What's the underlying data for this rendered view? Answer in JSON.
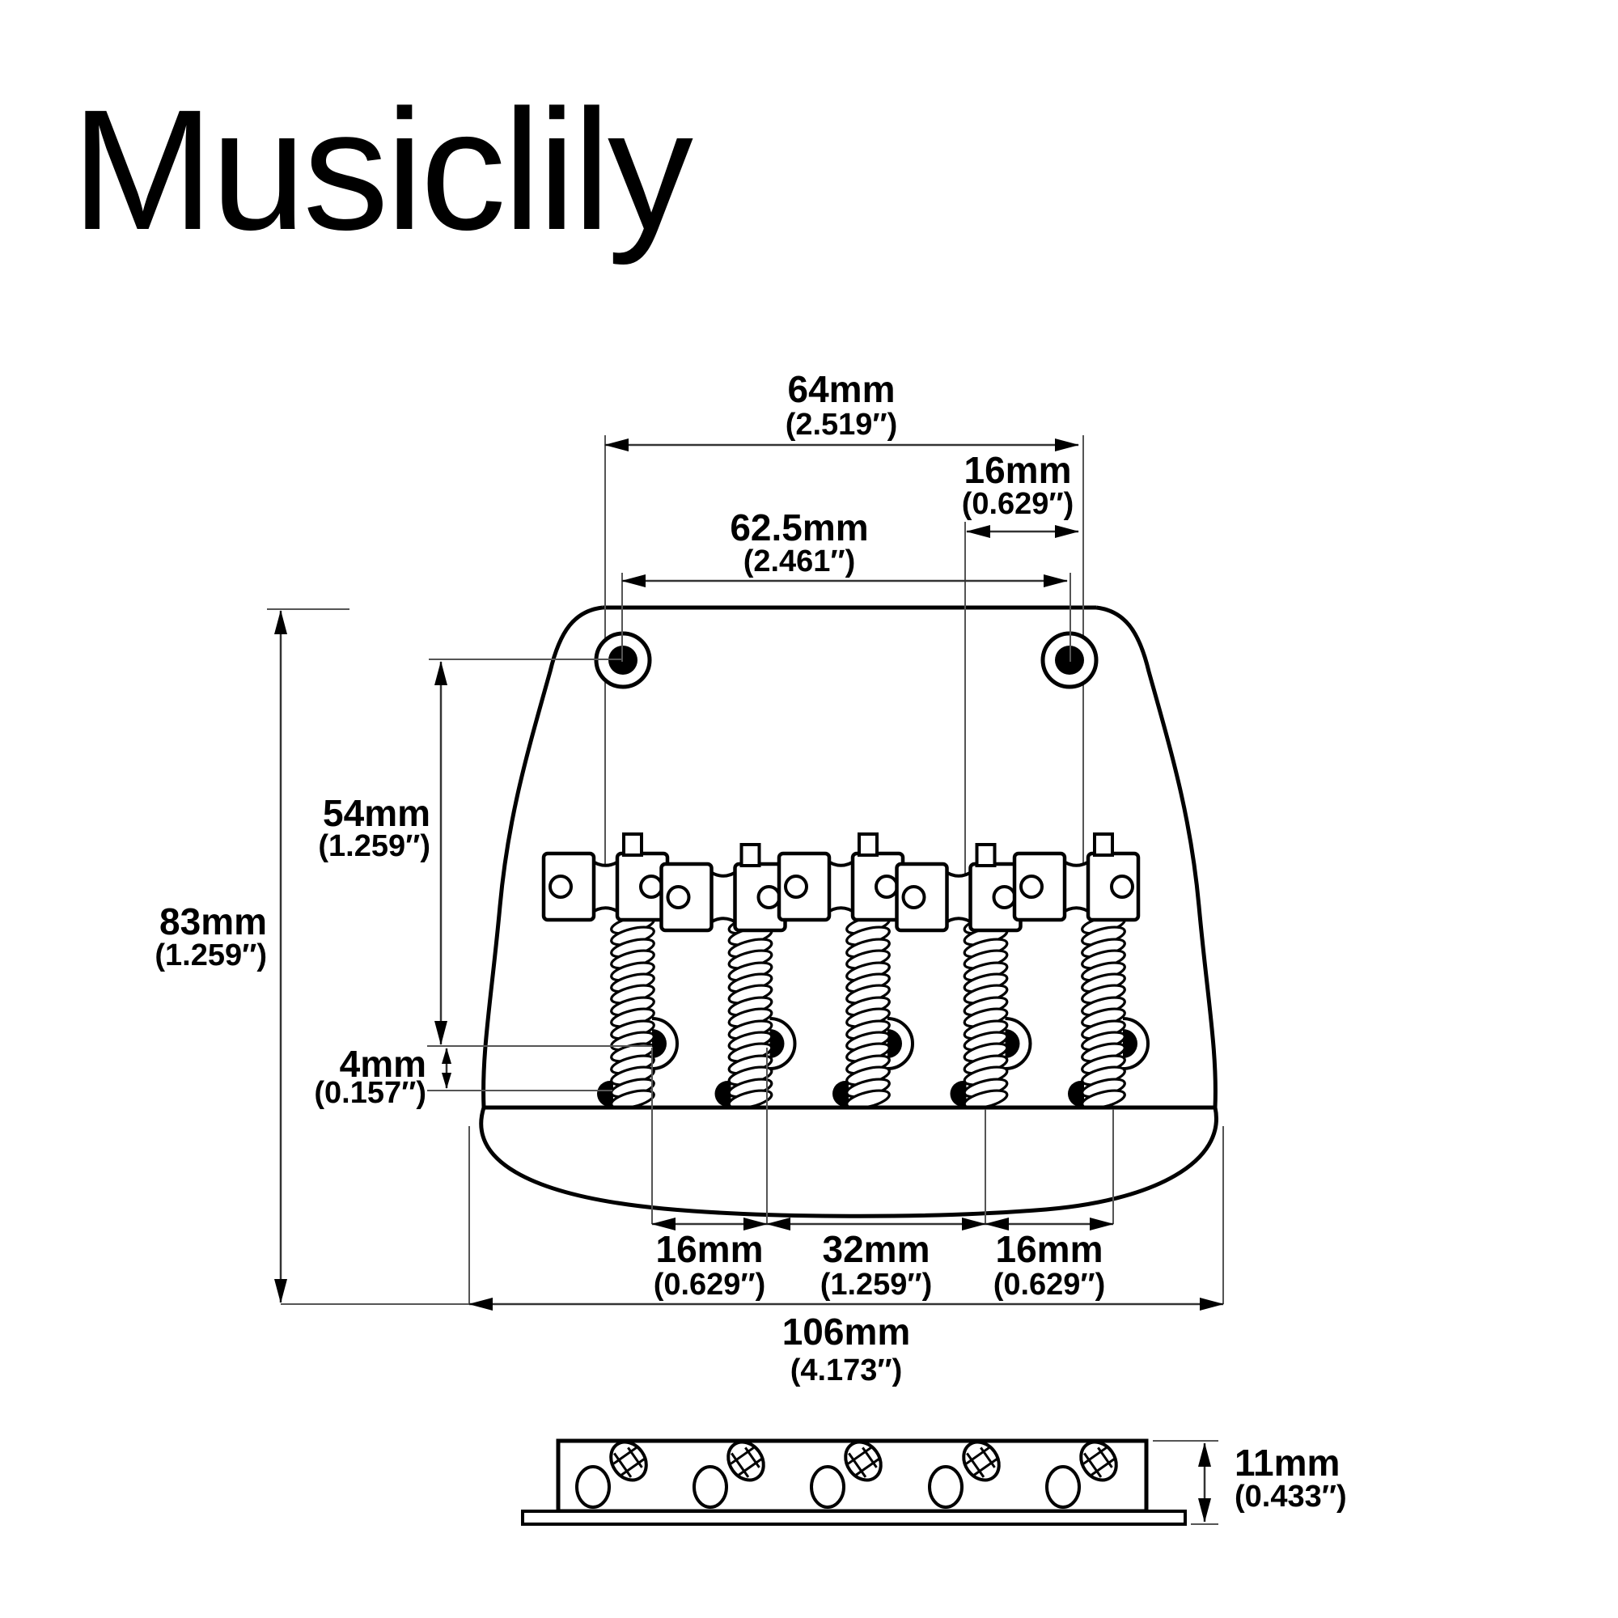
{
  "logo": {
    "text": "Musiclily"
  },
  "diagram": {
    "dims": {
      "d64": {
        "mm": "64mm",
        "in": "(2.519″)"
      },
      "d16top": {
        "mm": "16mm",
        "in": "(0.629″)"
      },
      "d62_5": {
        "mm": "62.5mm",
        "in": "(2.461″)"
      },
      "d54": {
        "mm": "54mm",
        "in": "(1.259″)"
      },
      "d83": {
        "mm": "83mm",
        "in": "(1.259″)"
      },
      "d4": {
        "mm": "4mm",
        "in": "(0.157″)"
      },
      "d16botL": {
        "mm": "16mm",
        "in": "(0.629″)"
      },
      "d32": {
        "mm": "32mm",
        "in": "(1.259″)"
      },
      "d16botR": {
        "mm": "16mm",
        "in": "(0.629″)"
      },
      "d106": {
        "mm": "106mm",
        "in": "(4.173″)"
      },
      "d11": {
        "mm": "11mm",
        "in": "(0.433″)"
      }
    }
  }
}
